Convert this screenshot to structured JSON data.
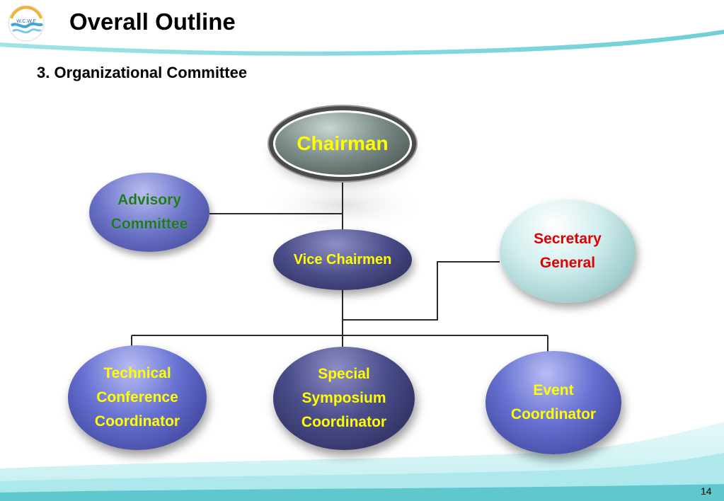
{
  "header": {
    "title": "Overall Outline",
    "logo_text": "W.C.W.F"
  },
  "section": {
    "subtitle": "3. Organizational Committee"
  },
  "org_chart": {
    "chairman": {
      "label": "Chairman"
    },
    "advisory": {
      "line1": "Advisory",
      "line2": "Committee"
    },
    "vice_chairmen": {
      "label": "Vice Chairmen"
    },
    "secretary_general": {
      "line1": "Secretary",
      "line2": "General"
    },
    "technical": {
      "line1": "Technical",
      "line2": "Conference",
      "line3": "Coordinator"
    },
    "special": {
      "line1": "Special",
      "line2": "Symposium",
      "line3": "Coordinator"
    },
    "event": {
      "line1": "Event",
      "line2": "Coordinator"
    }
  },
  "footer": {
    "page_number": "14"
  },
  "colors": {
    "node_text_primary": "#ffff00",
    "advisory_text": "#1e7a1e",
    "secretary_text": "#e00000",
    "accent_wave": "#7fd6dc"
  }
}
